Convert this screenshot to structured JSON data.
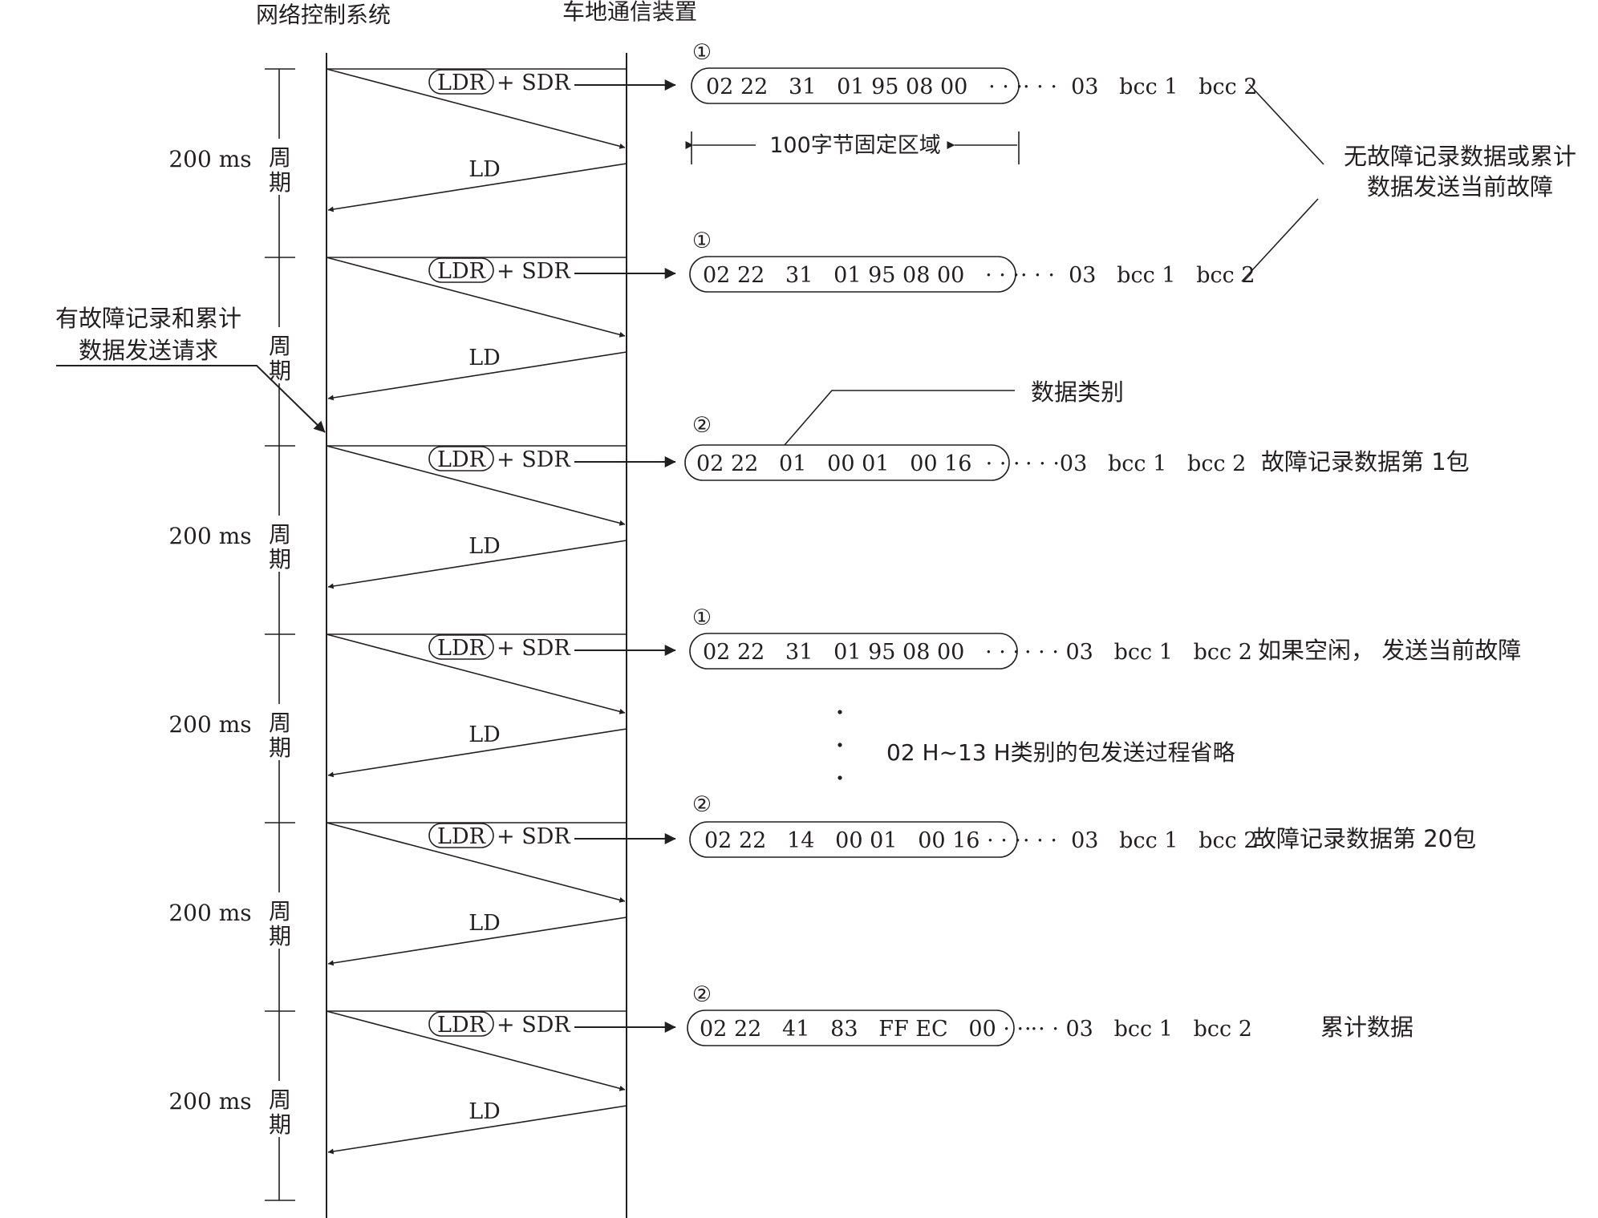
{
  "headers": {
    "left": "网络控制系统",
    "right": "车地通信装置"
  },
  "period_labels": [
    {
      "ms": "200 ms",
      "zhou": "周",
      "qi": "期"
    },
    {
      "ms": "",
      "zhou": "周",
      "qi": "期"
    },
    {
      "ms": "200 ms",
      "zhou": "周",
      "qi": "期"
    },
    {
      "ms": "200 ms",
      "zhou": "周",
      "qi": "期"
    },
    {
      "ms": "200 ms",
      "zhou": "周",
      "qi": "期"
    },
    {
      "ms": "200 ms",
      "zhou": "周",
      "qi": "期"
    }
  ],
  "messages": {
    "ldr": "LDR",
    "sdr": "+ SDR",
    "ld": "LD"
  },
  "packets": [
    {
      "marker": "①",
      "data": "02 22   31   01 95 08 00   · · ·",
      "tail": "· · ·  03   bcc 1   bcc 2"
    },
    {
      "marker": "①",
      "data": "02 22   31   01 95 08 00   · · ·",
      "tail": "· · ·  03   bcc 1   bcc 2"
    },
    {
      "marker": "②",
      "data": "02 22   01   00 01   00 16  · · ·",
      "tail": "· · ·03   bcc 1   bcc 2"
    },
    {
      "marker": "①",
      "data": "02 22   31   01 95 08 00   · · ·",
      "tail": "· · · 03   bcc 1   bcc 2"
    },
    {
      "marker": "②",
      "data": "02 22   14   00 01   00 16 · · ·",
      "tail": "· · ·  03   bcc 1   bcc 2"
    },
    {
      "marker": "②",
      "data": "02 22   41   83   FF EC   00 · · ·",
      "tail": "· · · 03   bcc 1   bcc 2"
    }
  ],
  "fixed_area": "100字节固定区域",
  "callouts": {
    "no_fault_line1": "无故障记录数据或累计",
    "no_fault_line2": "数据发送当前故障",
    "request_line1": "有故障记录和累计",
    "request_line2": "数据发送请求",
    "data_type": "数据类别",
    "fault_pkt_1": "故障记录数据第 1包",
    "idle": "如果空闲， 发送当前故障",
    "omitted": "02 H~13 H类别的包发送过程省略",
    "fault_pkt_20": "故障记录数据第 20包",
    "cumulative": "累计数据"
  }
}
